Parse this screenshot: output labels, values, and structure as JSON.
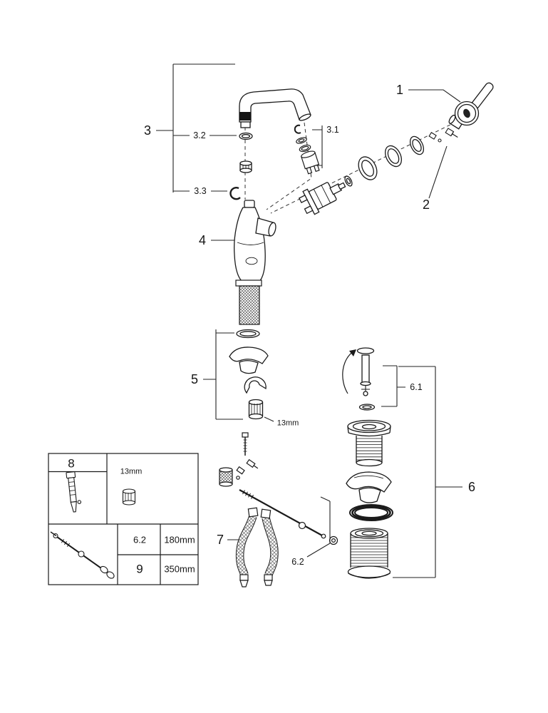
{
  "callouts": {
    "n1": "1",
    "n2": "2",
    "n3": "3",
    "n31": "3.1",
    "n32": "3.2",
    "n33": "3.3",
    "n4": "4",
    "n5": "5",
    "n6": "6",
    "n61": "6.1",
    "n62": "6.2",
    "n7": "7"
  },
  "annotations": {
    "wrench_size": "13mm"
  },
  "legend": {
    "tool_number": "8",
    "tool_nut_size": "13mm",
    "rows": [
      {
        "number": "6.2",
        "length": "180mm"
      },
      {
        "number": "9",
        "length": "350mm"
      }
    ]
  },
  "colors": {
    "line": "#1a1a1a",
    "background": "#ffffff"
  }
}
